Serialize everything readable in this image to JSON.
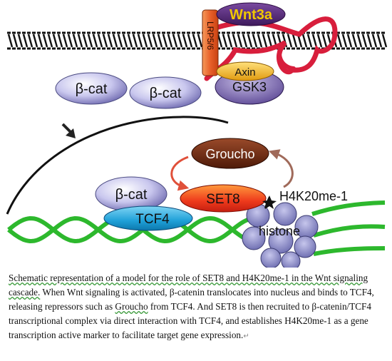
{
  "diagram": {
    "receptor_label": "LRP5/6",
    "ligand_label": "Wnt3a",
    "axin_label": "Axin",
    "gsk3_label": "GSK3",
    "cytoplasm_bcat_1": "β-cat",
    "cytoplasm_bcat_2": "β-cat",
    "groucho_label": "Groucho",
    "nuclear_bcat": "β-cat",
    "set8_label": "SET8",
    "tcf4_label": "TCF4",
    "histone_label": "histone",
    "mark_label": "H4K20me-1",
    "colors": {
      "membrane": "#111111",
      "dna": "#2db82d",
      "receptor": "#e8602a",
      "ligand": "#5a2d7a",
      "wnt_text": "#f0c800",
      "axin": "#f2b21c",
      "gsk3": "#7d6aae",
      "bcat": "#9c9ad2",
      "groucho": "#6e2a14",
      "set8": "#ee3a1c",
      "tcf4": "#1fa0d8",
      "histone": "#8f8fc6",
      "loop": "#d81e3c"
    }
  },
  "caption": {
    "part1": "Schematic representation of a model for the role of SET8 and H4K20me-1 in the Wnt signaling cascade.",
    "part2": " When Wnt signaling is activated, β-catenin translocates into nucleus and binds to TCF4, releasing repressors such as ",
    "part3": "Groucho",
    "part4": " from TCF4. And SET8 is then recruited to β-catenin/TCF4 transcriptional complex via direct interaction with TCF4, and establishes H4K20me-1 as a gene transcription active marker to facilitate target gene expression.",
    "end_mark": "↵"
  }
}
